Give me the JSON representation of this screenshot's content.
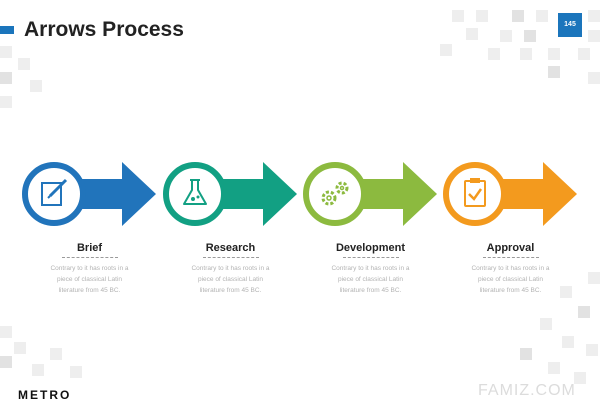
{
  "slide": {
    "title": "Arrows Process",
    "page_number": "145",
    "accent_color": "#1b75bc"
  },
  "steps": [
    {
      "label": "Brief",
      "description": "Contrary to it has roots in a piece of classical Latin literature from 45 BC.",
      "color": "#2174bb",
      "icon": "edit-icon"
    },
    {
      "label": "Research",
      "description": "Contrary to it has roots in a piece of classical Latin literature from 45 BC.",
      "color": "#12a083",
      "icon": "flask-icon"
    },
    {
      "label": "Development",
      "description": "Contrary to it has roots in a piece of classical Latin literature from 45 BC.",
      "color": "#8cba3f",
      "icon": "gears-icon"
    },
    {
      "label": "Approval",
      "description": "Contrary to it has roots in a piece of classical Latin literature from 45 BC.",
      "color": "#f39a1e",
      "icon": "clipboard-check-icon"
    }
  ],
  "footer": {
    "logo": "METRO",
    "watermark": "FAMIZ.COM"
  }
}
